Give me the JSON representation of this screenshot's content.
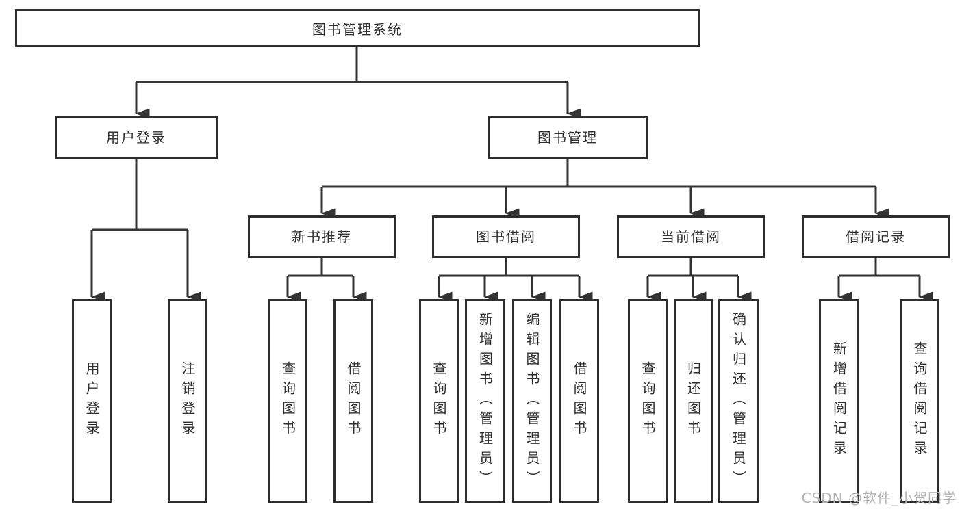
{
  "diagram": {
    "root": {
      "label": "图书管理系统"
    },
    "level1": [
      {
        "label": "用户登录"
      },
      {
        "label": "图书管理"
      }
    ],
    "level2": [
      {
        "label": "新书推荐"
      },
      {
        "label": "图书借阅"
      },
      {
        "label": "当前借阅"
      },
      {
        "label": "借阅记录"
      }
    ],
    "leaves": {
      "login": [
        "用户登录",
        "注销登录"
      ],
      "recommend": [
        "查询图书",
        "借阅图书"
      ],
      "borrow": [
        "查询图书",
        "新增图书（管理员）",
        "编辑图书（管理员）",
        "借阅图书"
      ],
      "current": [
        "查询图书",
        "归还图书",
        "确认归还（管理员）"
      ],
      "records": [
        "新增借阅记录",
        "查询借阅记录"
      ]
    },
    "watermark": "CSDN @软件_小贺同学",
    "colors": {
      "line": "#333333",
      "border": "#2d2d2d",
      "text": "#2f2f2f",
      "watermark_text": "#b3b3b3",
      "background": "#ffffff"
    }
  }
}
